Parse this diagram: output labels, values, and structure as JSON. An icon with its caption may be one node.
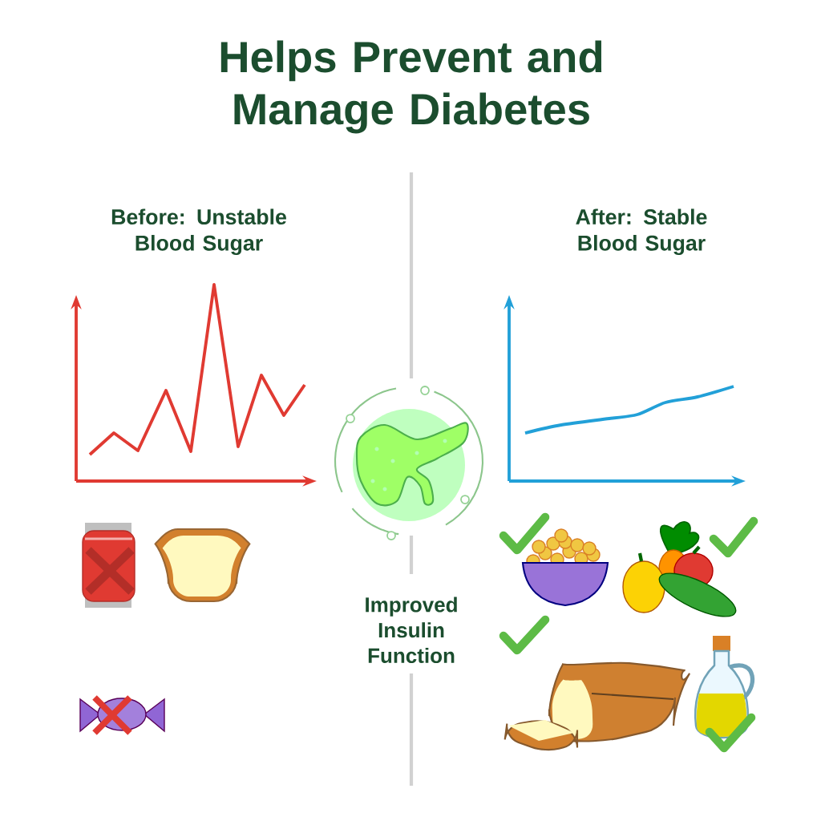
{
  "diagram": {
    "title": "Helps Prevent and Manage Diabetes",
    "labels": [
      "Before: Unstable Blood Sugar",
      "After: Stable Blood Sugar",
      "Improved Insulin Function"
    ]
  }
}
